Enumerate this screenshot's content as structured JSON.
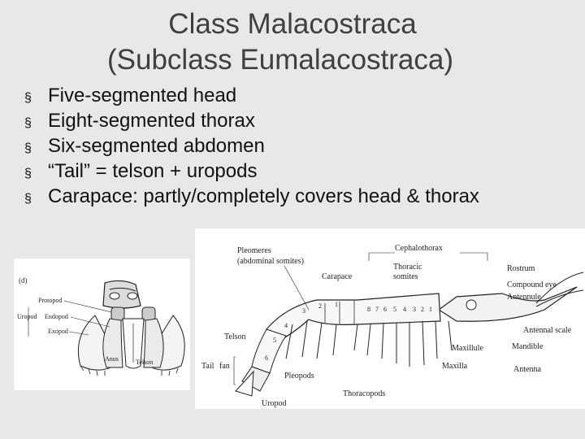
{
  "slide": {
    "title_line1": "Class Malacostraca",
    "title_line2": "(Subclass Eumalacostraca)",
    "bullet_symbol": "§",
    "bullets": [
      "Five-segmented head",
      "Eight-segmented thorax",
      "Six-segmented abdomen",
      "“Tail” = telson + uropods",
      "Carapace: partly/completely covers head & thorax"
    ]
  },
  "figure_left": {
    "panel_label": "(d)",
    "labels": {
      "protopod": "Protopod",
      "uropod": "Uropod",
      "endopod": "Endopod",
      "exopod": "Exopod",
      "anus": "Anus",
      "telson": "Telson"
    }
  },
  "figure_right": {
    "labels": {
      "pleomeres": "Pleomeres",
      "abdominal_somites": "(abdominal somites)",
      "cephalothorax": "Cephalothorax",
      "carapace": "Carapace",
      "thoracic": "Thoracic",
      "somites": "somites",
      "rostrum": "Rostrum",
      "compound_eye": "Compound eye",
      "antennule": "Antennule",
      "antennal_scale": "Antennal scale",
      "mandible": "Mandible",
      "maxillule": "Maxillule",
      "maxilla": "Maxilla",
      "antenna": "Antenna",
      "telson": "Telson",
      "tail_fan_1": "Tail",
      "tail_fan_2": "fan",
      "pleopods": "Pleopods",
      "thoracopods": "Thoracopods",
      "uropod": "Uropod"
    },
    "abdominal_numbers": [
      "6",
      "5",
      "4",
      "3",
      "2",
      "1"
    ],
    "thoracic_numbers": [
      "8",
      "7",
      "6",
      "5",
      "4",
      "3",
      "2",
      "1"
    ]
  }
}
